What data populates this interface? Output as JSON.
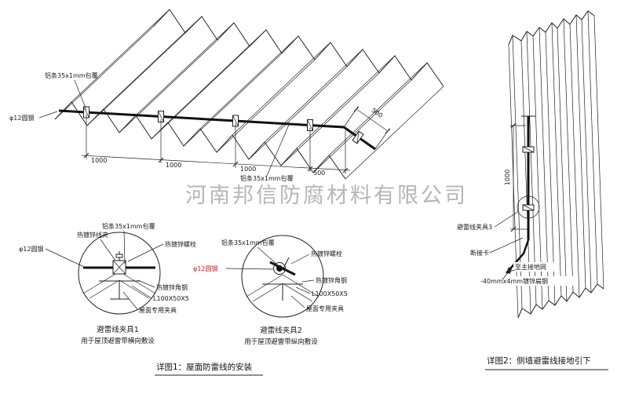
{
  "watermark": "河南邦信防腐材料有限公司",
  "roof": {
    "label_alu_top": "铝条35x1mm包覆",
    "label_round_steel": "φ12圆钢",
    "label_alu_bottom": "铝条35x1mm包覆",
    "dims": {
      "d1": "1000",
      "d2": "1000",
      "d3": "1000",
      "d4": "500",
      "d_slope": "500"
    }
  },
  "detail1": {
    "label_wire_clamp": "热镀锌线夹",
    "label_alu": "铝条35x1mm包覆",
    "label_bolt": "热镀锌螺栓",
    "label_round_steel": "φ12圆钢",
    "label_angle": "热镀锌角钢",
    "label_angle_spec": "L100X50X5",
    "label_roof_clamp": "屋面专用夹具",
    "title": "避雷线夹具1",
    "subtitle": "用于屋顶避雷带横向敷设"
  },
  "detail2": {
    "label_alu": "铝条35x1mm包覆",
    "label_bolt": "热镀锌螺栓",
    "label_round_steel": "φ12圆钢",
    "label_angle": "热镀锌角钢",
    "label_angle_spec": "L100X50X5",
    "label_roof_clamp": "屋面专用夹具",
    "title": "避雷线夹具2",
    "subtitle": "用于屋顶避雷带纵向敷设"
  },
  "wall": {
    "dim_height": "1000",
    "label_clamp3": "避雷线夹具3",
    "label_disconnect": "断接卡",
    "label_to_ground": "至主接地网",
    "label_flat_steel": "-40mmx4mm镀锌扁钢"
  },
  "captions": {
    "c1": "详图1：屋面防雷线的安装",
    "c2": "详图2：侧墙避雷线接地引下"
  },
  "colors": {
    "line": "#222222",
    "red_label": "#cc2222",
    "watermark_gray": "#a5a5a5"
  }
}
